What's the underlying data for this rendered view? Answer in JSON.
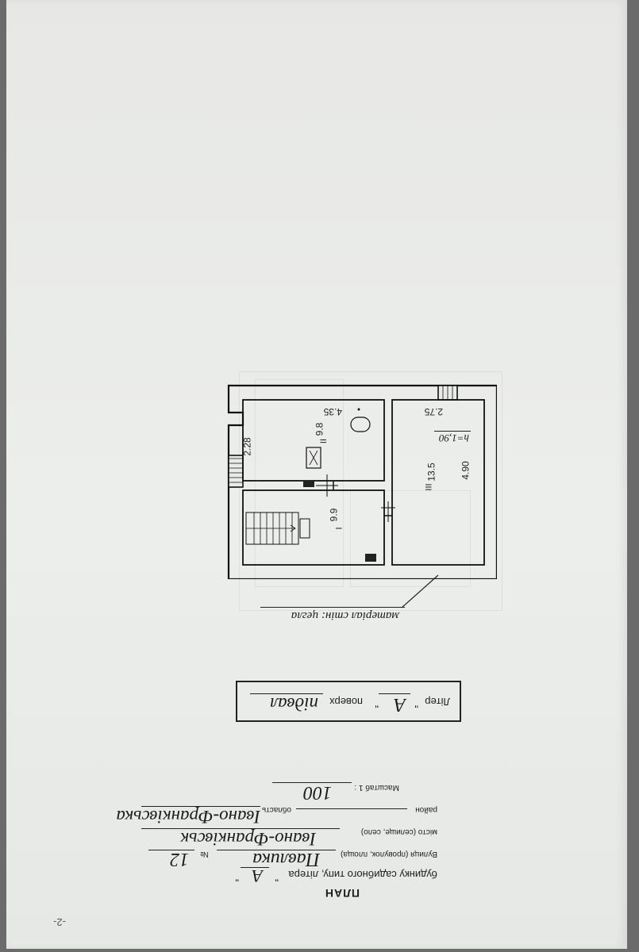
{
  "page_number": "-2-",
  "header": {
    "title": "ПЛАН",
    "line1_prefix": "будинку садибного типу, літера",
    "litera": "А",
    "street_label": "Вулиця (провулок, площа)",
    "street_value": "Павлика",
    "number_label": "№",
    "number_value": "12",
    "city_label": "місто (селище, село)",
    "city_value": "Івано-Франківськ",
    "district_label": "район",
    "region_label": "область",
    "region_value": "Івано-Франківська",
    "scale_label": "Масштаб 1 :",
    "scale_value": "100"
  },
  "floor_box": {
    "prefix": "Літер",
    "litera": "А",
    "floor_word": "поверх",
    "floor_value": "підвал"
  },
  "wall_material": "матеріал стін: цегла",
  "plan": {
    "room_a_label": "I",
    "room_a_area": "9.9",
    "room_b_label": "II",
    "room_b_area": "9.8",
    "room_b_width": "4.35",
    "room_b_depth": "2.28",
    "room_c_label": "III",
    "room_c_area": "13.5",
    "room_c_width": "2.75",
    "room_c_depth": "4.90",
    "height": "h=1,90"
  }
}
